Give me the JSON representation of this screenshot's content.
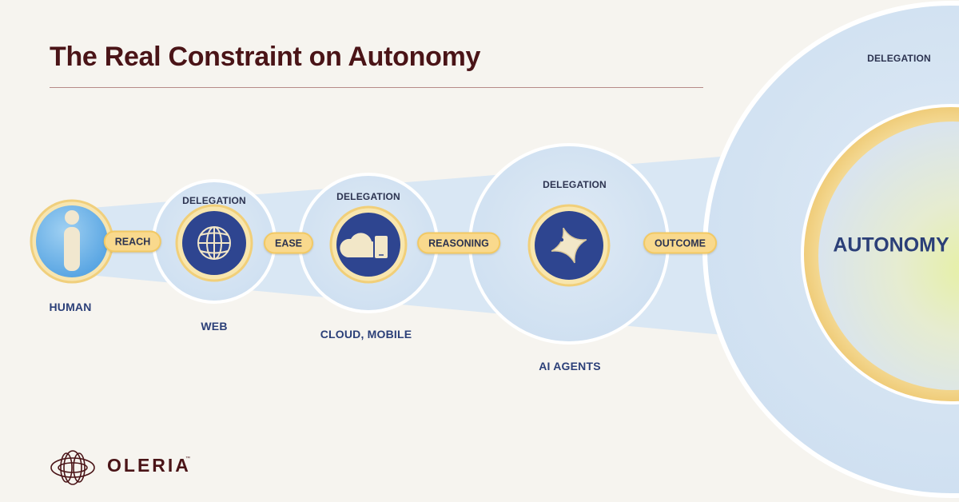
{
  "title": "The Real Constraint on Autonomy",
  "stages": [
    {
      "id": "human",
      "label": "HUMAN",
      "icon": "person-icon"
    },
    {
      "id": "web",
      "label": "WEB",
      "header": "DELEGATION",
      "icon": "globe-icon"
    },
    {
      "id": "cloud",
      "label": "CLOUD, MOBILE",
      "header": "DELEGATION",
      "icon": "cloud-mobile-icon"
    },
    {
      "id": "ai",
      "label": "AI AGENTS",
      "header": "DELEGATION",
      "icon": "sparkle-icon"
    },
    {
      "id": "autonomy",
      "label": "AUTONOMY",
      "header": "DELEGATION"
    }
  ],
  "connectors": [
    "REACH",
    "EASE",
    "REASONING",
    "OUTCOME"
  ],
  "brand": {
    "name": "OLERIA",
    "trademark": "™"
  },
  "colors": {
    "title": "#4a1417",
    "navy": "#2e4590",
    "pale_blue": "#d6e6f6",
    "gold": "#f3c868",
    "background": "#f6f4ef"
  }
}
